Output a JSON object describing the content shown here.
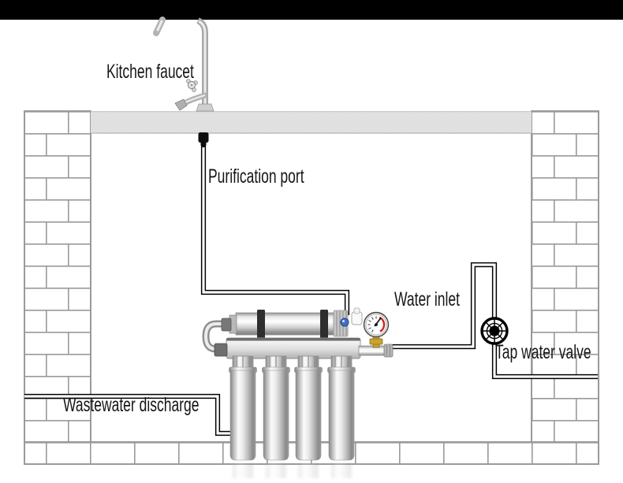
{
  "labels": {
    "kitchen_faucet": "Kitchen faucet",
    "purification_port": "Purification port",
    "water_inlet": "Water inlet",
    "tap_water_valve": "Tap water valve",
    "wastewater_discharge": "Wastewater discharge"
  },
  "components": [
    {
      "icon": "kitchen-faucet-icon",
      "label_key": "kitchen_faucet"
    },
    {
      "icon": "purification-port-fitting-icon",
      "label_key": "purification_port"
    },
    {
      "icon": "water-inlet-pipe-icon",
      "label_key": "water_inlet"
    },
    {
      "icon": "tap-water-valve-icon",
      "label_key": "tap_water_valve"
    },
    {
      "icon": "wastewater-pipe-icon",
      "label_key": "wastewater_discharge"
    },
    {
      "icon": "water-filter-system-icon",
      "label_key": null
    },
    {
      "icon": "pressure-gauge-icon",
      "label_key": null
    }
  ],
  "colors": {
    "top-bar": "#000000",
    "label-text": "#161616",
    "mortar": "#9a9a9a",
    "wall": "#ffffff",
    "countertop": "#e3e3e3",
    "pipe-line": "#000000",
    "gauge-red": "#cc2222",
    "brass": "#c9a233",
    "valve-blue": "#3f72c7",
    "chrome-dark": "#8f8f8f"
  }
}
